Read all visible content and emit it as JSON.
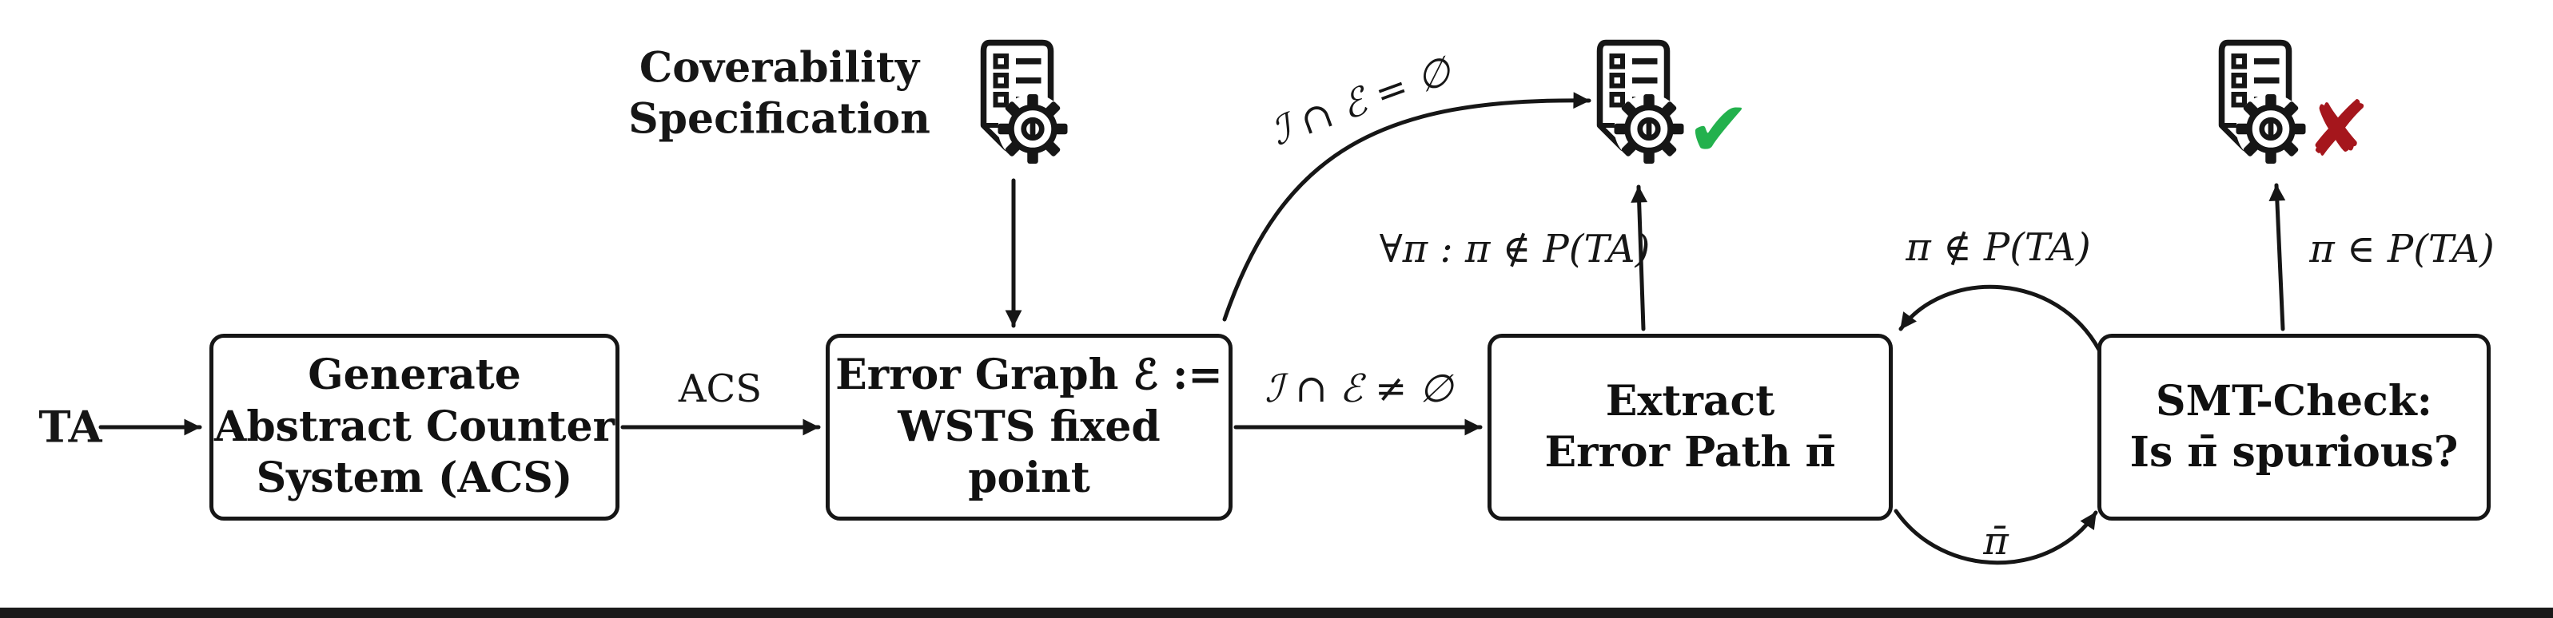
{
  "colors": {
    "ink": "#161616",
    "check_green": "#23b14d",
    "cross_red": "#a5161c",
    "background": "#ffffff"
  },
  "input_label": "TA",
  "coverability": {
    "line1": "Coverability",
    "line2": "Specification"
  },
  "boxes": {
    "generate_acs": {
      "line1": "Generate",
      "line2": "Abstract Counter",
      "line3": "System (ACS)"
    },
    "error_graph": {
      "line1": "Error Graph ℰ :=",
      "line2": "WSTS fixed point"
    },
    "extract_path": {
      "line1": "Extract",
      "line2": "Error Path π̄"
    },
    "smt_check": {
      "line1": "SMT-Check:",
      "line2": "Is π̄ spurious?"
    }
  },
  "edge_labels": {
    "acs": "ACS",
    "intersection_empty": "ℐ ∩ ℰ = ∅",
    "intersection_nonempty": "ℐ ∩ ℰ ≠ ∅",
    "forall_not_in": "∀π : π ∉ P(TA)",
    "not_in": "π ∉ P(TA)",
    "in_set": "π ∈ P(TA)",
    "pi_bar": "π̄"
  },
  "result_icons": {
    "check": "✔",
    "cross": "✘"
  }
}
